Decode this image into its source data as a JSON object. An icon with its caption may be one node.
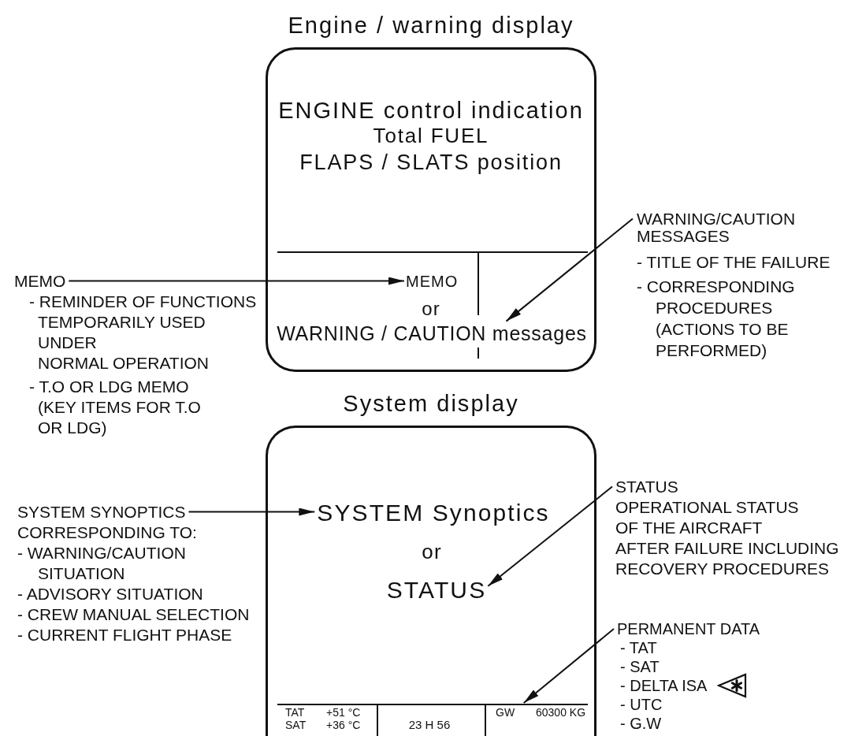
{
  "diagram": {
    "nodes": [
      {
        "text": [
          "Engine / warning display",
          "ENGINE control indication",
          "Total FUEL",
          "FLAPS / SLATS position"
        ]
      },
      {
        "text": [
          "WARNING/CAUTION MESSAGES",
          "- TITLE OF THE FAILURE",
          "- CORRESPONDING PROCEDURES (ACTIONS TO BE PERFORMED)"
        ]
      },
      {
        "text": [
          "MEMO",
          "- REMINDER OF FUNCTIONS TEMPORARILY USED UNDER NORMAL OPERATION",
          "- T.O OR LDG MEMO (KEY ITEMS FOR T.O OR LDG)"
        ]
      },
      {
        "text": [
          "MEMO"
        ],
        "in": 0
      },
      {
        "text": [
          "WARNING / CAUTION messages"
        ],
        "in": 0
      },
      {
        "text": [
          "System display"
        ]
      },
      {
        "text": [
          "SYSTEM SYNOPTICS CORRESPONDING TO:",
          "- WARNING/CAUTION SITUATION",
          "- ADVISORY SITUATION",
          "- CREW MANUAL SELECTION",
          "- CURRENT FLIGHT PHASE"
        ]
      },
      {
        "text": [
          "SYSTEM Synoptics"
        ],
        "in": 5
      },
      {
        "text": [
          "STATUS",
          "OPERATIONAL STATUS OF THE AIRCRAFT AFTER FAILURE INCLUDING RECOVERY PROCEDURES"
        ]
      },
      {
        "text": [
          "STATUS"
        ],
        "in": 5
      },
      {
        "text": [
          "PERMANENT DATA",
          "- TAT",
          "- SAT",
          "- DELTA ISA",
          "- UTC",
          "- G.W"
        ]
      },
      {
        "text": [
          "TAT",
          "+51 °C",
          "SAT",
          "+36 °C"
        ],
        "in": 5
      },
      {
        "text": [
          "23 H 56"
        ],
        "in": 5
      },
      {
        "text": [
          "GW",
          "60300 KG"
        ],
        "in": 5
      }
    ],
    "edges": [
      {
        "from": 2,
        "to": 3,
        "arrow": "to"
      },
      {
        "from": 1,
        "to": 4,
        "arrow": "to"
      },
      {
        "from": 6,
        "to": 7,
        "arrow": "to"
      },
      {
        "from": 8,
        "to": 9,
        "arrow": "to"
      },
      {
        "from": 10,
        "to": 13,
        "arrow": "to"
      }
    ],
    "labels": [
      "or",
      "or"
    ]
  }
}
